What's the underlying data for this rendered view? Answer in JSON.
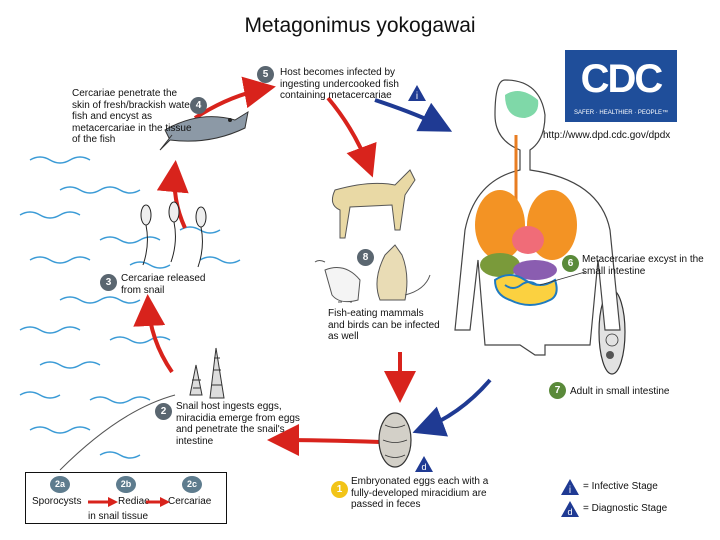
{
  "title": "Metagonimus yokogawai",
  "cdc": {
    "logo_text": "CDC",
    "tagline": "SAFER · HEALTHIER · PEOPLE™",
    "url": "http://www.dpd.cdc.gov/dpdx"
  },
  "steps": {
    "s1": {
      "num": "1",
      "text": "Embryonated eggs each with a fully-developed miracidium are passed in feces"
    },
    "s2": {
      "num": "2",
      "text": "Snail host ingests eggs, miracidia emerge from eggs and penetrate the snail's intestine"
    },
    "s2a": {
      "num": "2a",
      "text": "Sporocysts"
    },
    "s2b": {
      "num": "2b",
      "text": "Rediae"
    },
    "s2c": {
      "num": "2c",
      "text": "Cercariae"
    },
    "in_snail": "in snail tissue",
    "s3": {
      "num": "3",
      "text": "Cercariae released from snail"
    },
    "s4": {
      "num": "4",
      "text": "Cercariae penetrate the skin of fresh/brackish water fish and encyst as metacercariae in the tissue of the fish"
    },
    "s5": {
      "num": "5",
      "text": "Host becomes infected by ingesting undercooked fish containing metacercariae"
    },
    "s6": {
      "num": "6",
      "text": "Metacercariae excyst in the small intestine"
    },
    "s7": {
      "num": "7",
      "text": "Adult in small intestine"
    },
    "s8": {
      "num": "8",
      "text": "Fish-eating mammals and birds can be infected as well"
    }
  },
  "legend": {
    "infective_letter": "i",
    "infective_text": "= Infective Stage",
    "diagnostic_letter": "d",
    "diagnostic_text": "= Diagnostic Stage"
  },
  "colors": {
    "arrow_red": "#d8231c",
    "arrow_blue": "#1f3a93",
    "water": "#3b9bd6",
    "step_gray": "#5a6670",
    "step_green": "#5a8a3a",
    "step_yellow": "#f2c418",
    "cdc_blue": "#1f4e9a"
  }
}
